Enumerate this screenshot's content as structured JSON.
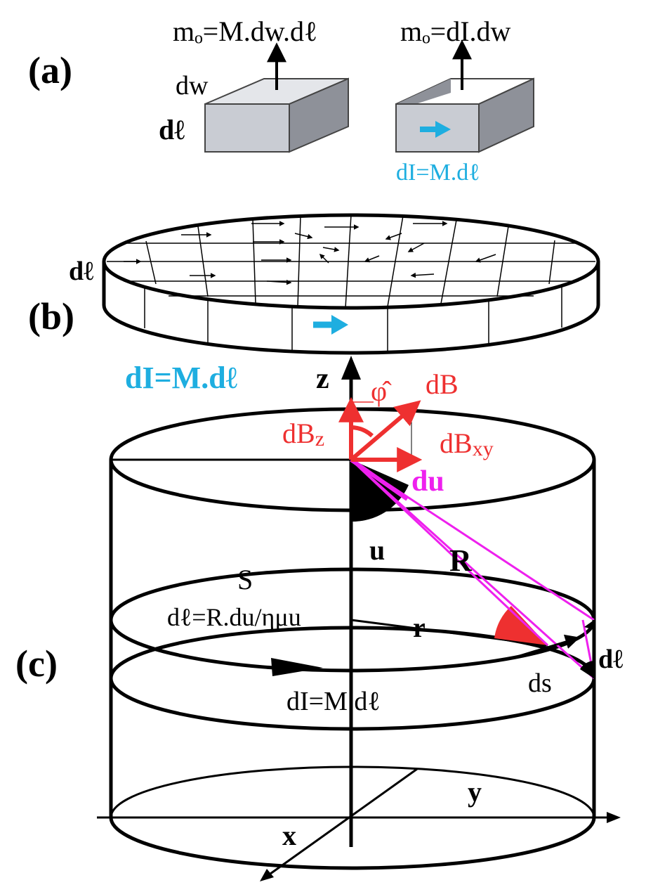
{
  "panel_a": {
    "tag": "(a)",
    "box1_moment": "mₒ=M.dw.dℓ",
    "box2_moment": "mₒ=dI.dw",
    "dw_label": "dw",
    "dl_label": "dℓ",
    "current_label": "dI=M.dℓ"
  },
  "panel_b": {
    "tag": "(b)",
    "dl_label": "dℓ",
    "current_label": "dI=M.dℓ"
  },
  "panel_c": {
    "tag": "(c)",
    "z_label": "z",
    "phi_label": "φ̂",
    "dB_label": "dB",
    "dBz_label": "dB",
    "dBz_sub": "z",
    "dBxy_label": "dB",
    "dBxy_sub": "xy",
    "du_label": "du",
    "u_label": "u",
    "R_label": "R",
    "S_label": "S",
    "dl_eq_label": "dℓ=R.du/ημu",
    "r_label": "r",
    "ds_label": "ds",
    "dl_label": "dℓ",
    "current_label": "dI=M.dℓ",
    "x_label": "x",
    "y_label": "y"
  },
  "colors": {
    "cyan": "#1eaee0",
    "red": "#ee3030",
    "magenta": "#ee20ee",
    "box_fill": "#c9ccd3",
    "box_dark": "#8e9199"
  }
}
